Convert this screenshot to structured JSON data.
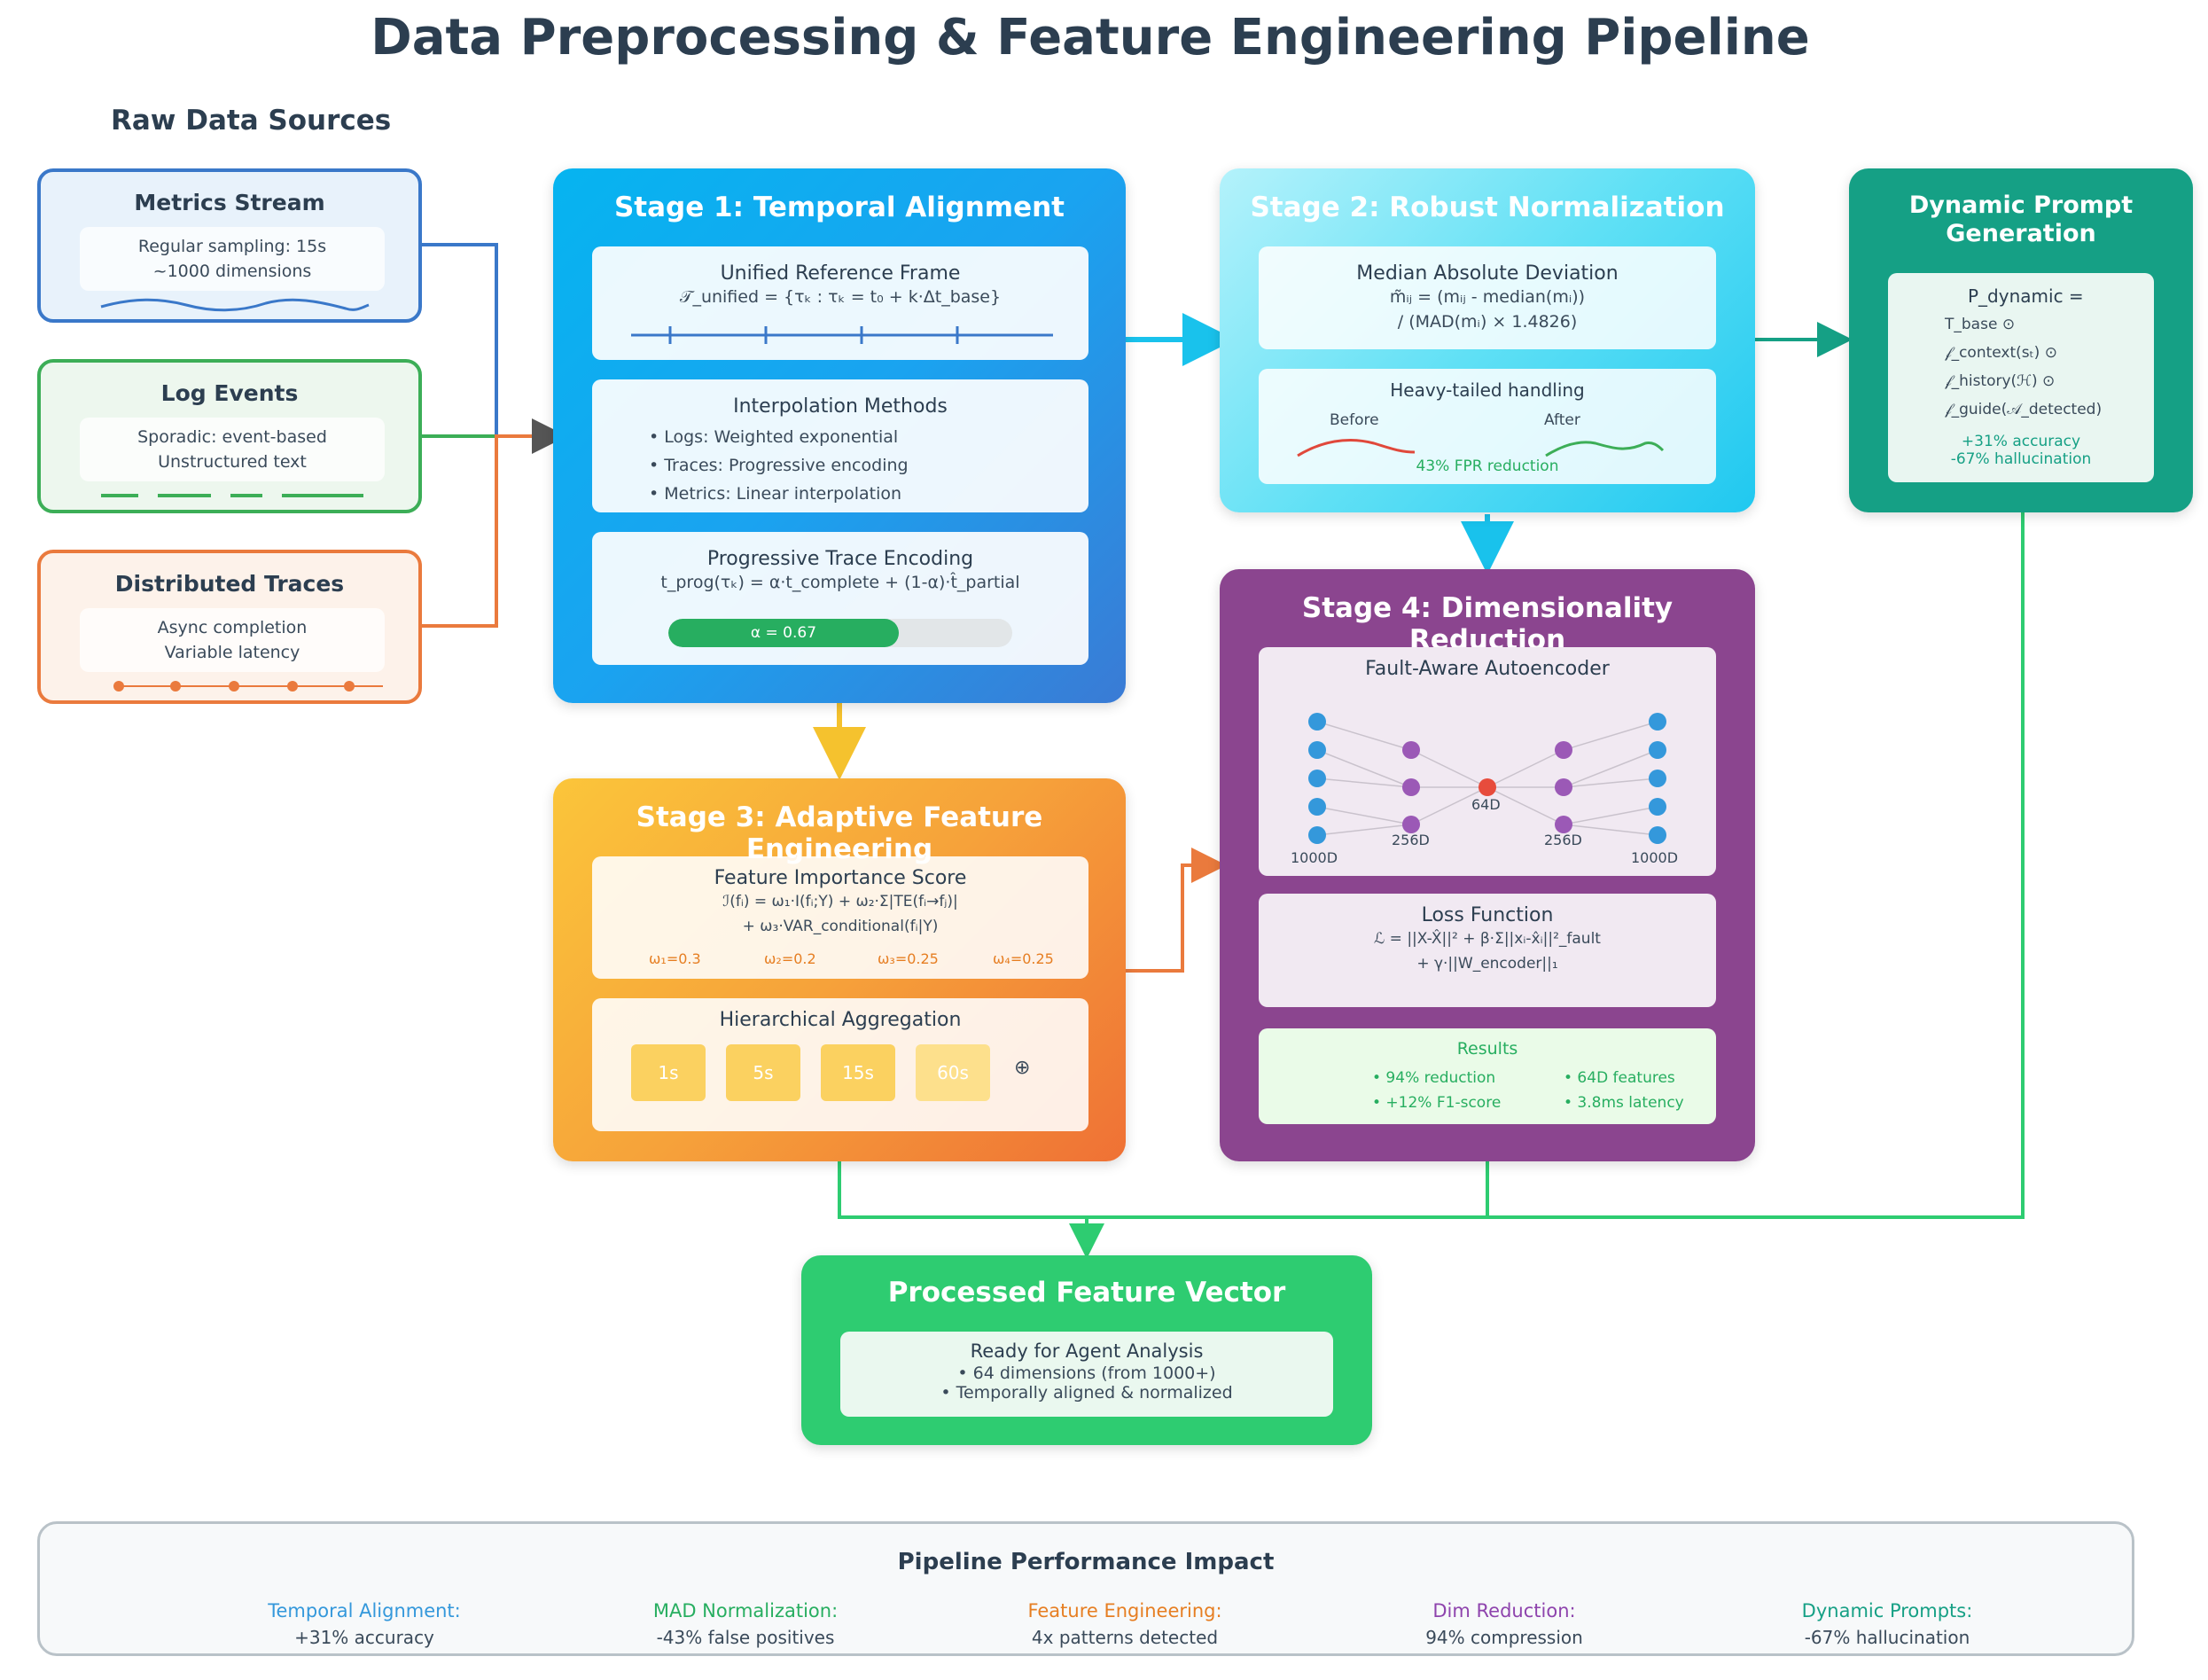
{
  "title": "Data Preprocessing & Feature Engineering Pipeline",
  "raw_sources": {
    "label": "Raw Data Sources",
    "metrics": {
      "title": "Metrics Stream",
      "line1": "Regular sampling: 15s",
      "line2": "~1000 dimensions",
      "color": "#3a78c9",
      "bg": "#e8f2fb"
    },
    "logs": {
      "title": "Log Events",
      "line1": "Sporadic: event-based",
      "line2": "Unstructured text",
      "color": "#3cae57",
      "bg": "#edf7ee"
    },
    "traces": {
      "title": "Distributed Traces",
      "line1": "Async completion",
      "line2": "Variable latency",
      "color": "#ea7a3d",
      "bg": "#fdf2ea"
    }
  },
  "stage1": {
    "title": "Stage 1: Temporal Alignment",
    "card1": {
      "title": "Unified Reference Frame",
      "formula": "𝒯_unified = {τₖ : τₖ = t₀ + k·Δt_base}"
    },
    "card2": {
      "title": "Interpolation Methods",
      "items": [
        "• Logs: Weighted exponential",
        "• Traces: Progressive encoding",
        "• Metrics: Linear interpolation"
      ]
    },
    "card3": {
      "title": "Progressive Trace Encoding",
      "formula": "t_prog(τₖ) = α·t_complete + (1-α)·t̂_partial",
      "alpha_label": "α = 0.67",
      "alpha_value": 0.67
    }
  },
  "stage2": {
    "title": "Stage 2: Robust Normalization",
    "card1": {
      "title": "Median Absolute Deviation",
      "formula1": "m̃ᵢⱼ = (mᵢⱼ - median(mᵢ))",
      "formula2": "/ (MAD(mᵢ) × 1.4826)"
    },
    "card2": {
      "title": "Heavy-tailed handling",
      "before": "Before",
      "after": "After",
      "note": "43% FPR reduction"
    }
  },
  "stage3": {
    "title": "Stage 3: Adaptive Feature Engineering",
    "card1": {
      "title": "Feature Importance Score",
      "formula1": "ℐ(fᵢ) = ω₁·I(fᵢ;Y) + ω₂·Σ|TE(fᵢ→fⱼ)|",
      "formula2": "+ ω₃·VAR_conditional(fᵢ|Y)",
      "weights": [
        "ω₁=0.3",
        "ω₂=0.2",
        "ω₃=0.25",
        "ω₄=0.25"
      ]
    },
    "card2": {
      "title": "Hierarchical Aggregation",
      "chips": [
        "1s",
        "5s",
        "15s",
        "60s"
      ],
      "operator": "⊕"
    }
  },
  "stage4": {
    "title": "Stage 4: Dimensionality Reduction",
    "card1": {
      "title": "Fault-Aware Autoencoder",
      "layers": [
        "1000D",
        "256D",
        "64D",
        "256D",
        "1000D"
      ]
    },
    "card2": {
      "title": "Loss Function",
      "formula1": "ℒ = ||X-X̂||² + β·Σ||xᵢ-x̂ᵢ||²_fault",
      "formula2": "+ γ·||W_encoder||₁"
    },
    "card3": {
      "title": "Results",
      "items": [
        "• 94% reduction",
        "• 64D features",
        "• +12% F1-score",
        "• 3.8ms latency"
      ]
    }
  },
  "dynamic": {
    "title1": "Dynamic Prompt",
    "title2": "Generation",
    "heading": "P_dynamic =",
    "terms": [
      "T_base ⊙",
      "𝒻_context(sₜ) ⊙",
      "𝒻_history(ℋ) ⊙",
      "𝒻_guide(𝒜_detected)"
    ],
    "stat1": "+31% accuracy",
    "stat2": "-67% hallucination"
  },
  "processed": {
    "title": "Processed Feature Vector",
    "heading": "Ready for Agent Analysis",
    "line1": "• 64 dimensions (from 1000+)",
    "line2": "• Temporally aligned & normalized"
  },
  "performance": {
    "title": "Pipeline Performance Impact",
    "items": [
      {
        "label": "Temporal Alignment:",
        "value": "+31% accuracy",
        "color": "#3498db"
      },
      {
        "label": "MAD Normalization:",
        "value": "-43% false positives",
        "color": "#27ae60"
      },
      {
        "label": "Feature Engineering:",
        "value": "4x patterns detected",
        "color": "#e67e22"
      },
      {
        "label": "Dim Reduction:",
        "value": "94% compression",
        "color": "#8e44ad"
      },
      {
        "label": "Dynamic Prompts:",
        "value": "-67% hallucination",
        "color": "#16a085"
      }
    ]
  }
}
